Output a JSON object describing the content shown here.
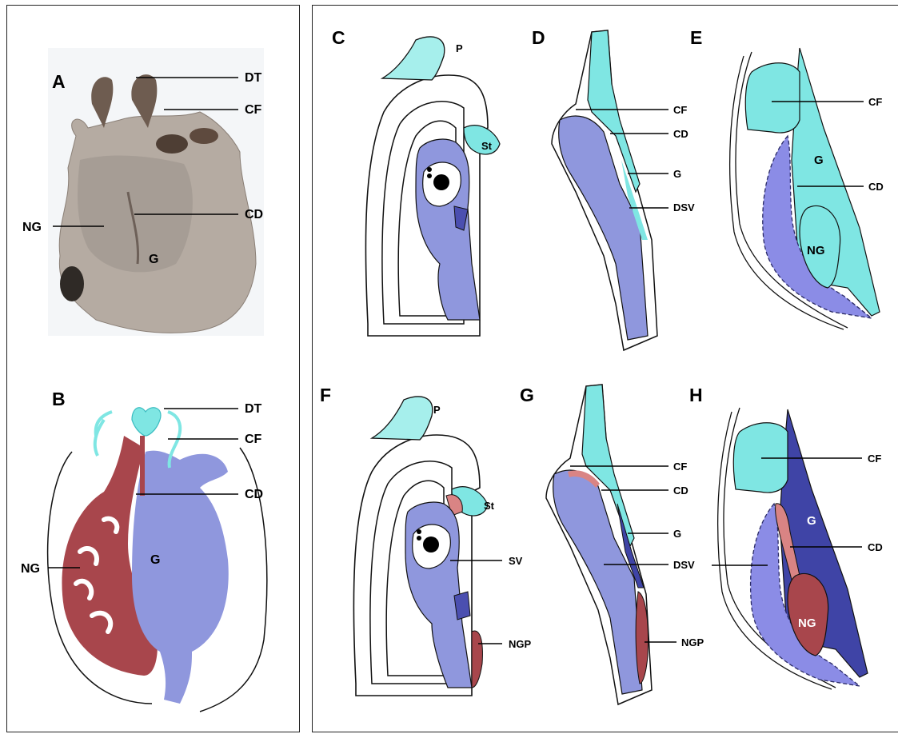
{
  "colors": {
    "cyan": "#7fe6e3",
    "cyan_light": "#a6efec",
    "periwinkle": "#9aa6dd",
    "lavender": "#8b8ce6",
    "navy": "#3f44a6",
    "maroon": "#a8464c",
    "salmon": "#d98484",
    "micrograph_tissue": "#b8aea5"
  },
  "panels": [
    {
      "id": "A",
      "label": "A",
      "callouts": [
        "DT",
        "CF",
        "CD",
        "NG",
        "G"
      ]
    },
    {
      "id": "B",
      "label": "B",
      "callouts": [
        "DT",
        "CF",
        "CD",
        "NG",
        "G"
      ]
    },
    {
      "id": "C",
      "label": "C",
      "callouts": [
        "P",
        "St"
      ]
    },
    {
      "id": "D",
      "label": "D",
      "callouts": [
        "CF",
        "CD",
        "G",
        "DSV"
      ]
    },
    {
      "id": "E",
      "label": "E",
      "callouts": [
        "CF",
        "G",
        "CD",
        "NG"
      ]
    },
    {
      "id": "F",
      "label": "F",
      "callouts": [
        "P",
        "St",
        "SV",
        "NGP"
      ]
    },
    {
      "id": "G",
      "label": "G",
      "callouts": [
        "CF",
        "CD",
        "G",
        "DSV",
        "NGP"
      ]
    },
    {
      "id": "H",
      "label": "H",
      "callouts": [
        "CF",
        "G",
        "CD",
        "NG"
      ]
    }
  ]
}
